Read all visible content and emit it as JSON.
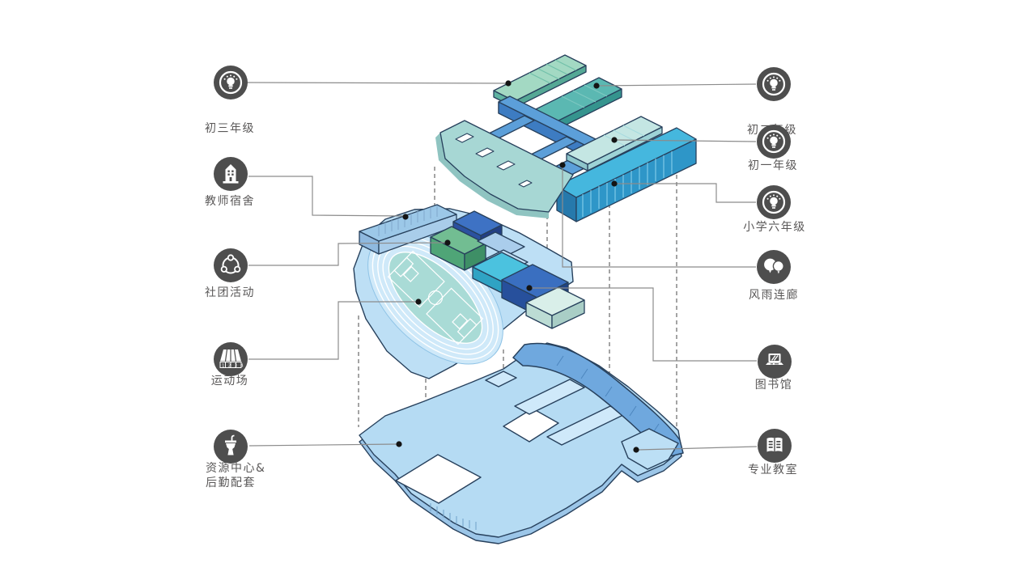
{
  "background": "#FFFFFF",
  "palette": {
    "icon_bg": "#4E4E4E",
    "icon_glyph": "#FFFFFF",
    "label_text": "#5A5858",
    "leader_line": "#8C8C8C",
    "dash_line": "#5A5A5A",
    "dot": "#141414",
    "outline": "#2B3A4A",
    "grade9_roof": "#A3D9C3",
    "grade8_roof": "#5BB8B2",
    "grade7_roof": "#C4E6E3",
    "primary6_roof": "#45B7DE",
    "primary6_front": "#2E96C8",
    "spine_blue": "#5C9FD9",
    "spine_front": "#3D7CC2",
    "perforated_plate": "#A7D7D4",
    "track_plate": "#BDDFF5",
    "track_lanes": "#CFE9F9",
    "track_infield": "#A9DBD6",
    "dorm_roof": "#9CC8E8",
    "club_green": "#72BD92",
    "box_blue": "#3E72C4",
    "box_blue_dark": "#3A6FC0",
    "box_cyan": "#4BC2DF",
    "box_mint": "#D9EFE9",
    "ground_plate": "#B5DBF3",
    "ground_plate_edge": "#9CC6E8",
    "ribbon_blue": "#6FA8DE",
    "hook_piece": "#BCDFF5"
  },
  "callouts": {
    "left": [
      {
        "label": "初三年级",
        "icon": "lightbulb-icon"
      },
      {
        "label": "教师宿舍",
        "icon": "dormitory-building-icon"
      },
      {
        "label": "社团活动",
        "icon": "network-nodes-icon"
      },
      {
        "label": "运动场",
        "icon": "running-track-icon"
      },
      {
        "label": "资源中心&",
        "label_line2": "后勤配套",
        "icon": "drink-cup-icon"
      }
    ],
    "right": [
      {
        "label": "初二年级",
        "icon": "lightbulb-icon"
      },
      {
        "label": "初一年级",
        "icon": "lightbulb-icon"
      },
      {
        "label": "小学六年级",
        "icon": "lightbulb-icon"
      },
      {
        "label": "风雨连廊",
        "icon": "balloons-icon"
      },
      {
        "label": "图书馆",
        "icon": "laptop-icon"
      },
      {
        "label": "专业教室",
        "icon": "open-book-icon"
      }
    ]
  },
  "icons": {
    "track_lane_numbers": "1234"
  },
  "zones": [
    {
      "name": "grade9-roof-slab",
      "label": "初三年级",
      "color": "#A3D9C3"
    },
    {
      "name": "grade8-roof-slab",
      "label": "初二年级",
      "color": "#5BB8B2"
    },
    {
      "name": "grade7-roof-slab",
      "label": "初一年级",
      "color": "#C4E6E3"
    },
    {
      "name": "primary6-roof-slab",
      "label": "小学六年级",
      "color": "#45B7DE"
    },
    {
      "name": "corridor-spine",
      "label": "风雨连廊",
      "color": "#5C9FD9"
    },
    {
      "name": "perforated-roof-plate",
      "label": "",
      "color": "#A7D7D4"
    },
    {
      "name": "dormitory-roof",
      "label": "教师宿舍",
      "color": "#9CC8E8"
    },
    {
      "name": "club-activity-box",
      "label": "社团活动",
      "color": "#72BD92"
    },
    {
      "name": "running-track",
      "label": "运动场",
      "color": "#A9DBD6"
    },
    {
      "name": "library-box",
      "label": "图书馆",
      "color": "#3A6FC0"
    },
    {
      "name": "ground-floor-plate",
      "label": "资源中心&后勤配套",
      "color": "#B5DBF3"
    },
    {
      "name": "ribbon-classroom-band",
      "label": "专业教室",
      "color": "#6FA8DE"
    }
  ]
}
